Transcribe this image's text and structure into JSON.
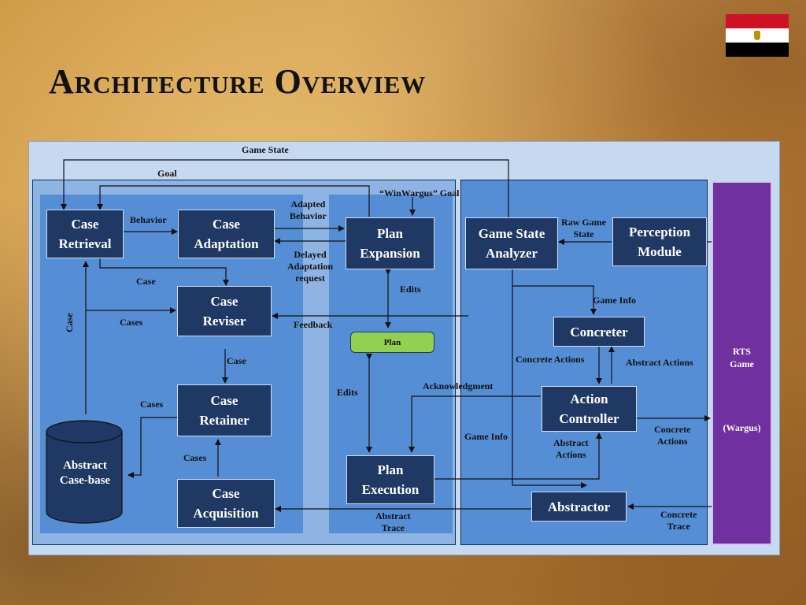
{
  "slide": {
    "title": "Architecture Overview",
    "flag_icon": "egypt-flag-icon"
  },
  "colors": {
    "box_fill": "#1f3864",
    "panel_fill": "#558ed5",
    "panel_dark": "#4472c4",
    "plan_pill": "#92d050",
    "rts_fill": "#7030a0",
    "diagram_bg": "#c5d9f1"
  },
  "diagram": {
    "boxes": {
      "case_retrieval": "Case\nRetrieval",
      "case_adaptation": "Case\nAdaptation",
      "plan_expansion": "Plan\nExpansion",
      "case_reviser": "Case\nReviser",
      "case_retainer": "Case\nRetainer",
      "case_acquisition": "Case\nAcquisition",
      "plan_execution": "Plan\nExecution",
      "game_state_analyzer": "Game State\nAnalyzer",
      "perception_module": "Perception\nModule",
      "concreter": "Concreter",
      "action_controller": "Action\nController",
      "abstractor": "Abstractor",
      "plan": "Plan",
      "abstract_case_base": "Abstract\nCase-base",
      "rts_game": "RTS\nGame",
      "wargus": "(Wargus)"
    },
    "labels": {
      "game_state": "Game State",
      "goal": "Goal",
      "winwargus_goal": "“WinWargus” Goal",
      "behavior": "Behavior",
      "adapted_behavior": "Adapted\nBehavior",
      "delayed_adaptation": "Delayed\nAdaptation\nrequest",
      "case_1": "Case",
      "case_vertical": "Case",
      "cases_1": "Cases",
      "feedback": "Feedback",
      "case_2": "Case",
      "cases_2": "Cases",
      "cases_3": "Cases",
      "edits_1": "Edits",
      "edits_2": "Edits",
      "raw_game_state": "Raw Game\nState",
      "game_info_1": "Game Info",
      "game_info_2": "Game Info",
      "concrete_actions_1": "Concrete Actions",
      "abstract_actions_1": "Abstract Actions",
      "acknowledgment": "Acknowledgment",
      "abstract_actions_2": "Abstract\nActions",
      "concrete_actions_2": "Concrete\nActions",
      "abstract_trace": "Abstract\nTrace",
      "concrete_trace": "Concrete\nTrace"
    }
  }
}
